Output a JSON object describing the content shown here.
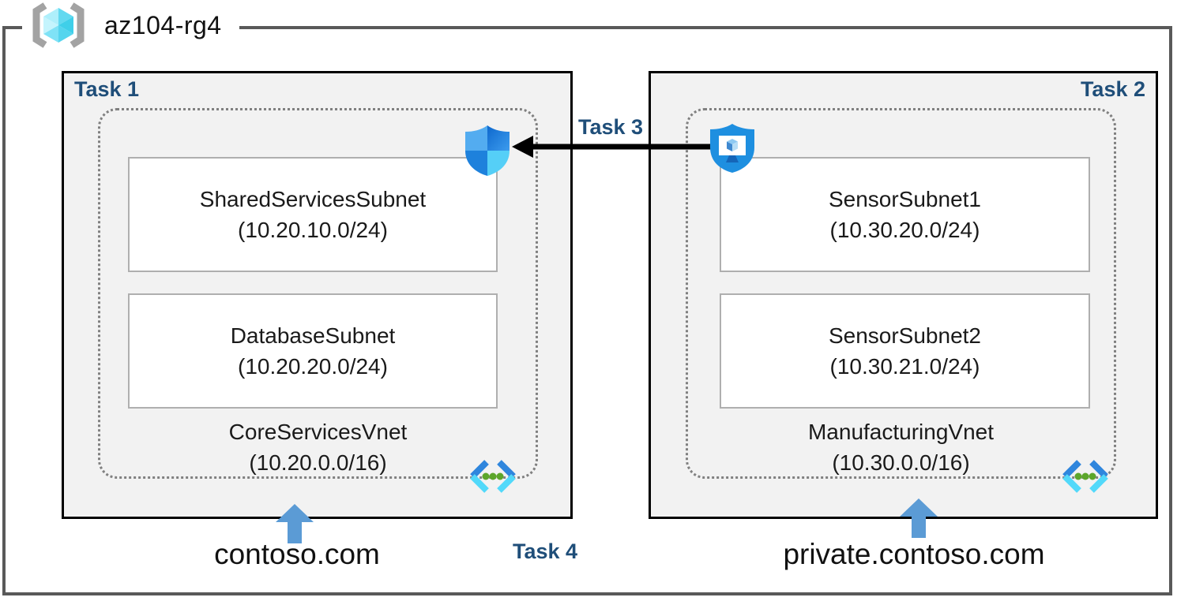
{
  "resource_group": {
    "label": "az104-rg4"
  },
  "labels": {
    "task1": "Task 1",
    "task2": "Task 2",
    "task3": "Task 3",
    "task4": "Task 4"
  },
  "vnets": [
    {
      "name": "CoreServicesVnet",
      "cidr": "(10.20.0.0/16)",
      "dns": "contoso.com",
      "subnets": [
        {
          "name": "SharedServicesSubnet",
          "cidr": "(10.20.10.0/24)"
        },
        {
          "name": "DatabaseSubnet",
          "cidr": "(10.20.20.0/24)"
        }
      ]
    },
    {
      "name": "ManufacturingVnet",
      "cidr": "(10.30.0.0/16)",
      "dns": "private.contoso.com",
      "subnets": [
        {
          "name": "SensorSubnet1",
          "cidr": "(10.30.20.0/24)"
        },
        {
          "name": "SensorSubnet2",
          "cidr": "(10.30.21.0/24)"
        }
      ]
    }
  ],
  "icons": {
    "resource_group": "resource-group-brackets-cube-icon",
    "network_security": "defender-shield-icon",
    "bastion": "bastion-shield-monitor-icon",
    "virtual_network": "vnet-chevrons-dots-icon",
    "dns_pointer": "up-arrow-icon",
    "peering": "left-arrow-connector"
  },
  "colors": {
    "task_label": "#1f4e79",
    "box_fill": "#f2f2f2",
    "box_border": "#000000",
    "frame_border": "#595959",
    "dashed_border": "#808080",
    "subnet_border": "#afafaf",
    "accent_arrow_blue": "#5b9bd5",
    "arrow_black": "#000000",
    "vnet_dot_green": "#5ca62b",
    "icon_blue": "#1e8fe0"
  }
}
